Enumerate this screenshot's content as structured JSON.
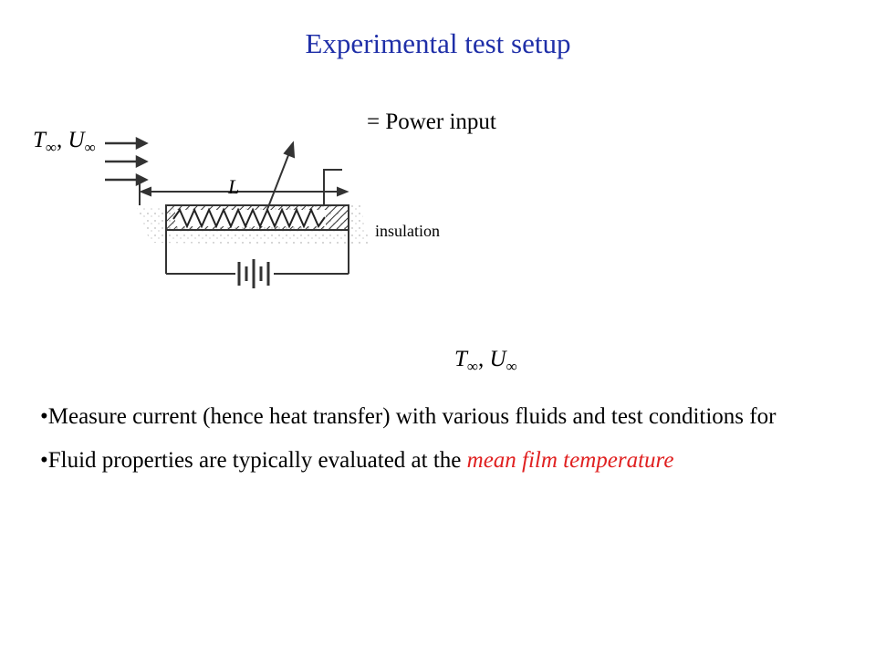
{
  "title": "Experimental test setup",
  "diagram": {
    "stream_label_left": {
      "symbol_T": "T",
      "symbol_U": "U",
      "sub": "∞"
    },
    "equals_power": "= Power input",
    "stream_label_mid": {
      "symbol_T": "T",
      "symbol_U": "U",
      "sub": "∞"
    },
    "length_label": "L",
    "insulation_label": "insulation"
  },
  "bullets": [
    {
      "prefix": "•",
      "text": "Measure current (hence heat transfer) with various fluids and test conditions for"
    },
    {
      "prefix": "•",
      "text_before": "Fluid properties are typically evaluated at the ",
      "highlight": "mean film temperature"
    }
  ],
  "colors": {
    "title": "#1f2fa8",
    "highlight": "#e02020"
  }
}
